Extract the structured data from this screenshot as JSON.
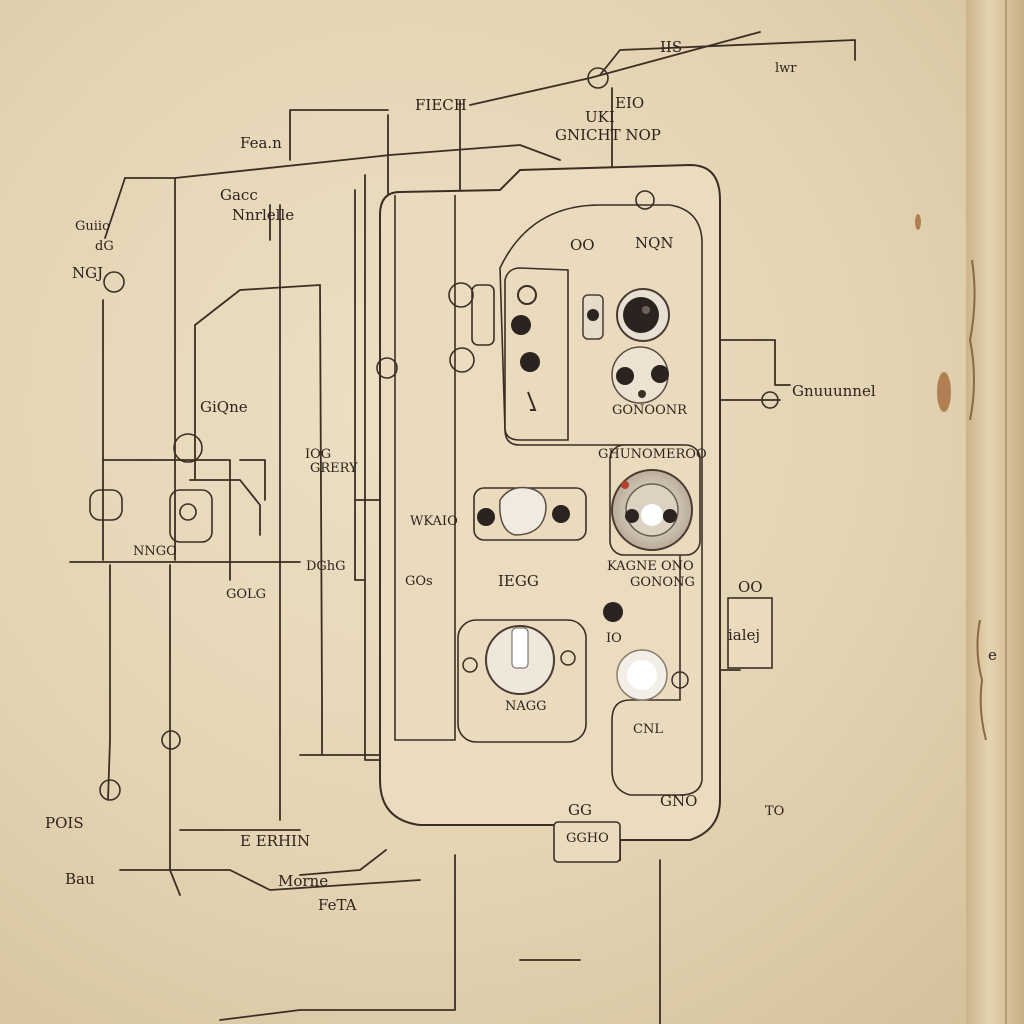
{
  "labels": {
    "top_a": "IIS",
    "top_b": "lwr",
    "top_c": "FIECH",
    "top_d": "UKI",
    "top_e": "EIO",
    "top_f": "GNICHT NOP",
    "left_a": "Fea.n",
    "left_b": "Gacc",
    "left_c": "Nnrlelle",
    "left_d": "Guiio",
    "left_e": "dG",
    "left_f": "NGJ",
    "mid_a": "GiQne",
    "mid_b": "IOG",
    "mid_c": "GRERY",
    "mid_d": "DGhG",
    "mid_e": "NNGO",
    "mid_f": "GOLG",
    "mid_g": "WKAIO",
    "left_g": "POIS",
    "left_h": "Bau",
    "left_i": "E ERHIN",
    "left_j": "Morne",
    "left_k": "FeTA",
    "panel_a": "OO",
    "panel_b": "NQN",
    "panel_c": "GONOONR",
    "panel_d": "GHUNOMEROO",
    "panel_e": "KAGNE ONO",
    "panel_f": "GONONG",
    "panel_g": "GOs",
    "panel_h": "IEGG",
    "panel_i": "IO",
    "panel_j": "NAGG",
    "panel_k": "CNL",
    "panel_l": "GNO",
    "panel_m": "GG",
    "panel_n": "GGHO",
    "right_a": "Gnuuunnel",
    "right_b": "OO",
    "right_c": "ialej",
    "right_d": "TO",
    "right_e": "e"
  },
  "colors": {
    "wall": "#e3d3b2",
    "ink": "#3b2f25",
    "trim": "#d9c6a0"
  },
  "icons": {
    "meter_dial": "dial-icon",
    "rotary_switch": "rotary-switch-icon",
    "round_button": "round-button-icon",
    "outlet": "outlet-icon"
  }
}
